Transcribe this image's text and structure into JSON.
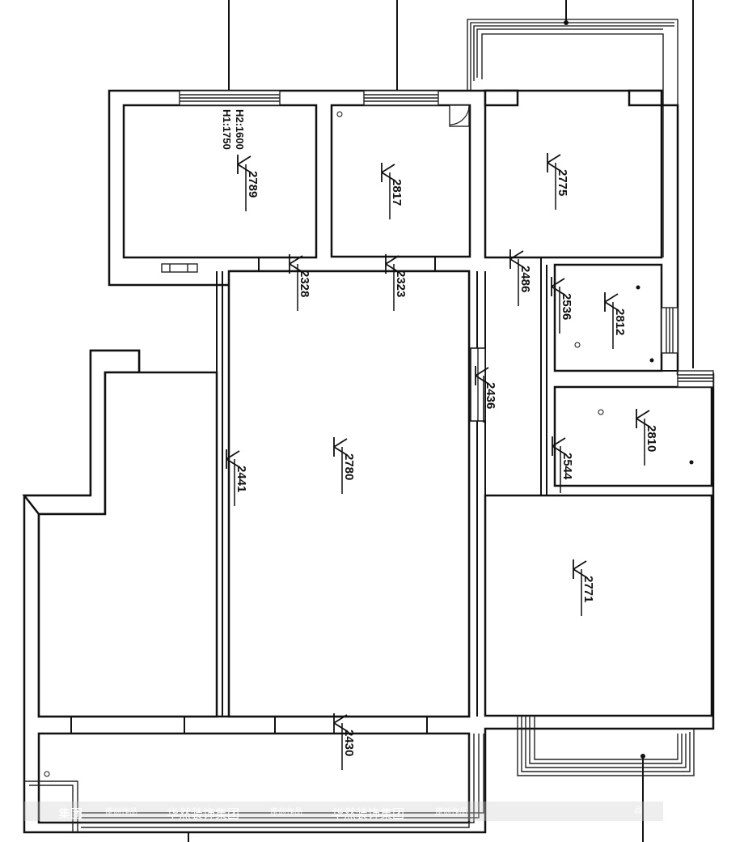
{
  "window_notes": {
    "line1": "H1:1750",
    "line2": "H2:1600"
  },
  "ceiling_heights": [
    {
      "id": "room-nw",
      "value": "2789"
    },
    {
      "id": "room-n-mid",
      "value": "2817"
    },
    {
      "id": "room-ne",
      "value": "2775"
    },
    {
      "id": "door-a",
      "value": "2328"
    },
    {
      "id": "door-b",
      "value": "2323"
    },
    {
      "id": "door-c",
      "value": "2486"
    },
    {
      "id": "bath-1-door",
      "value": "2536"
    },
    {
      "id": "bath-1",
      "value": "2812"
    },
    {
      "id": "hall-door",
      "value": "2436"
    },
    {
      "id": "bath-2",
      "value": "2810"
    },
    {
      "id": "bath-2-door",
      "value": "2544"
    },
    {
      "id": "living-west",
      "value": "2441"
    },
    {
      "id": "living",
      "value": "2780"
    },
    {
      "id": "kitchen-dining",
      "value": "2771"
    },
    {
      "id": "balcony",
      "value": "2430"
    }
  ],
  "watermark": {
    "items": [
      "集团",
      "原创作品",
      "华然装饰集团",
      "原创作品",
      "华然装饰集团",
      "原创作品",
      "品"
    ]
  }
}
